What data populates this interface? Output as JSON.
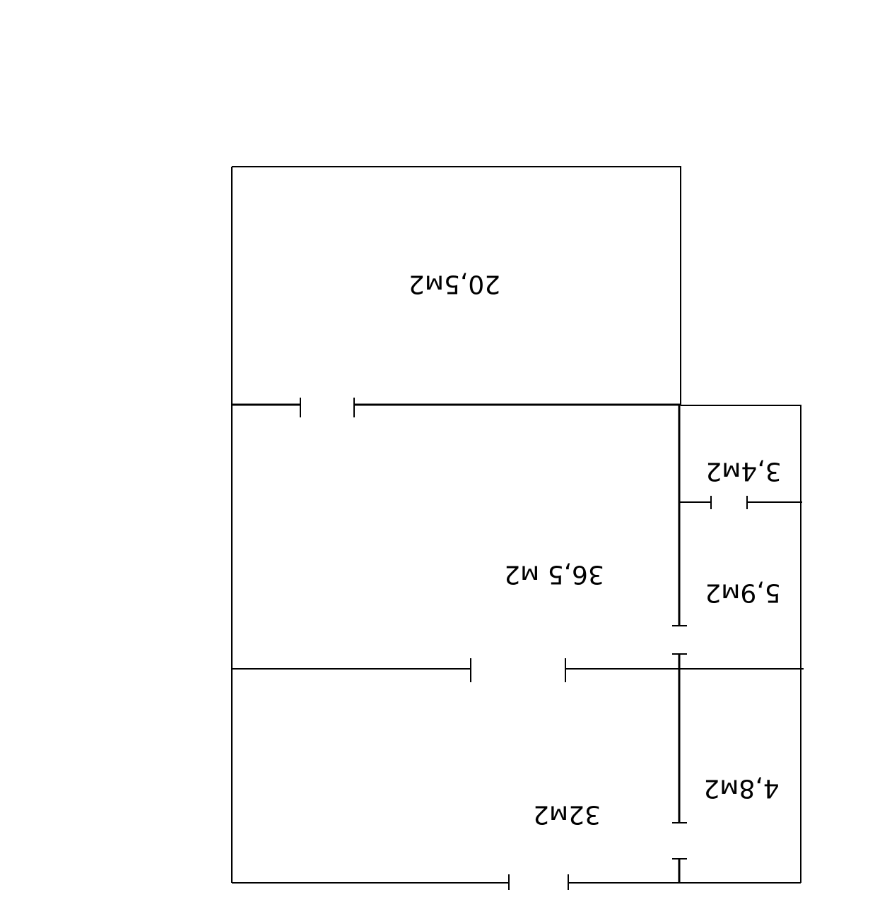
{
  "floor_plan": {
    "line_color": "#000000",
    "background": "#ffffff",
    "orientation": "rotated 180 degrees (labels upside down)",
    "rooms": [
      {
        "id": "room-top",
        "area": "20,5м2"
      },
      {
        "id": "room-middle",
        "area": "36,5 м2"
      },
      {
        "id": "room-bottom",
        "area": "32м2"
      },
      {
        "id": "room-small-top",
        "area": "3,4м2"
      },
      {
        "id": "room-small-middle",
        "area": "5,9м2"
      },
      {
        "id": "room-small-bottom",
        "area": "4,8м2"
      }
    ]
  }
}
